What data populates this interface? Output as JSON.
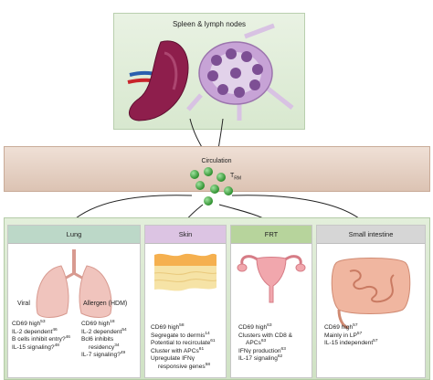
{
  "top": {
    "title": "Spleen & lymph nodes"
  },
  "circulation": {
    "title": "Circulation",
    "cell_label": "T",
    "cell_subscript": "RM"
  },
  "panels": [
    {
      "title": "Lung"
    },
    {
      "title": "Skin"
    },
    {
      "title": "FRT"
    },
    {
      "title": "Small intestine"
    }
  ],
  "lung": {
    "viral": {
      "title": "Viral",
      "items": [
        {
          "text": "CD69 high",
          "ref": "53"
        },
        {
          "text": "IL-2 dependent",
          "ref": "46"
        },
        {
          "text": "B cells inhibit entry?",
          "ref": "46"
        },
        {
          "text": "IL-15 signaling?",
          "ref": "48"
        }
      ]
    },
    "allergen": {
      "title": "Allergen (HDM)",
      "items": [
        {
          "text": "CD69 high",
          "ref": "18"
        },
        {
          "text": "IL-2 dependent",
          "ref": "54"
        },
        {
          "text": "Bcl6 inhibits",
          "ref": ""
        },
        {
          "text": "residency",
          "ref": "34"
        },
        {
          "text": "IL-7 signaling?",
          "ref": "49"
        }
      ]
    }
  },
  "skin": {
    "items": [
      {
        "text": "CD69 high",
        "ref": "58"
      },
      {
        "text": "Segregate to dermis",
        "ref": "14"
      },
      {
        "text": "Potential to recirculate",
        "ref": "61"
      },
      {
        "text": "Cluster with APCs",
        "ref": "61"
      },
      {
        "text": "Upregulate IFNγ",
        "ref": ""
      },
      {
        "text": "responsive genes",
        "ref": "58"
      }
    ]
  },
  "frt": {
    "items": [
      {
        "text": "CD69 high",
        "ref": "63"
      },
      {
        "text": "Clusters with CD8 &",
        "ref": ""
      },
      {
        "text": "APCs",
        "ref": "63"
      },
      {
        "text": "IFNγ production",
        "ref": "63"
      },
      {
        "text": "IL-17 signaling",
        "ref": "62"
      }
    ]
  },
  "small_intestine": {
    "items": [
      {
        "text": "CD69 high",
        "ref": "57"
      },
      {
        "text": "Mainly in LP",
        "ref": "57"
      },
      {
        "text": "IL-15 independent",
        "ref": "57"
      }
    ]
  },
  "colors": {
    "spleen": "#8e1e4c",
    "lymph_node": "#c7a3d6",
    "cells": "#3fae3f",
    "lung": "#f0c4bd",
    "uterus": "#f1a7ad",
    "intestine": "#f0b6a0"
  }
}
